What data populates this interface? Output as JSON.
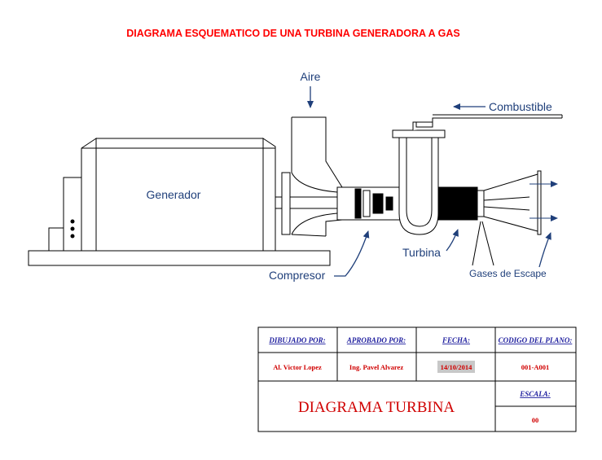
{
  "title": "DIAGRAMA ESQUEMATICO DE UNA TURBINA GENERADORA A  GAS",
  "labels": {
    "air": "Aire",
    "fuel": "Combustible",
    "generator": "Generador",
    "compressor": "Compresor",
    "turbine": "Turbina",
    "exhaust": "Gases de Escape"
  },
  "title_block": {
    "drawn_by_header": "DIBUJADO POR:",
    "approved_by_header": "APROBADO POR:",
    "date_header": "FECHA:",
    "plan_code_header": "CODIGO DEL PLANO:",
    "drawn_by": "Al. Victor Lopez",
    "approved_by": "Ing. Pavel Alvarez",
    "date": "14/10/2014",
    "plan_code": "001-A001",
    "drawing_title": "DIAGRAMA TURBINA",
    "scale_header": "ESCALA:",
    "scale": "00"
  },
  "colors": {
    "title": "#ff0000",
    "label": "#1f3f7a",
    "header": "#1e1e9e",
    "line": "#000000",
    "date_highlight": "#c8c8c8"
  }
}
